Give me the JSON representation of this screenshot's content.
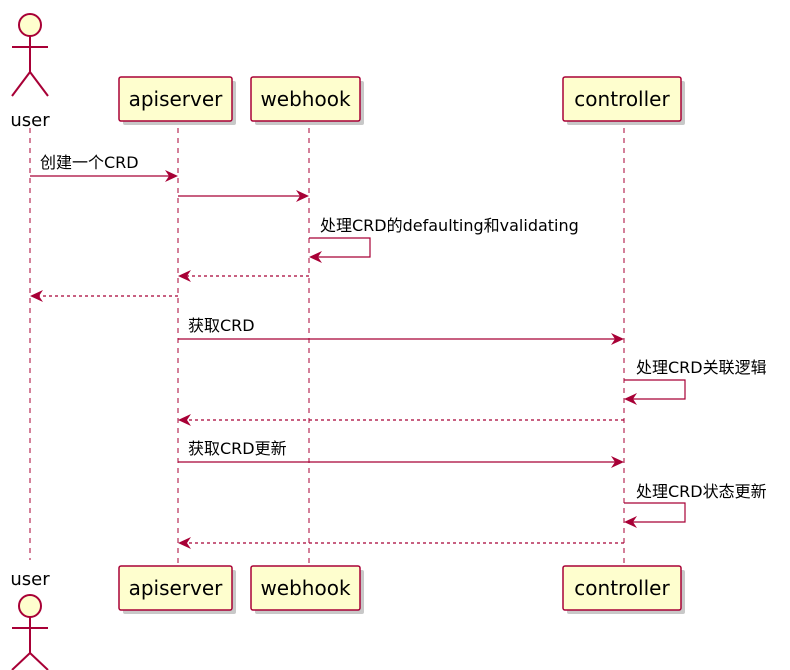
{
  "diagram": {
    "actor": {
      "label": "user"
    },
    "participants": [
      {
        "id": "apiserver",
        "label": "apiserver"
      },
      {
        "id": "webhook",
        "label": "webhook"
      },
      {
        "id": "controller",
        "label": "controller"
      }
    ],
    "messages": [
      {
        "from": "user",
        "to": "apiserver",
        "label": "创建一个CRD",
        "style": "solid"
      },
      {
        "from": "apiserver",
        "to": "webhook",
        "label": "",
        "style": "solid"
      },
      {
        "from": "webhook",
        "to": "webhook",
        "label": "处理CRD的defaulting和validating",
        "style": "self"
      },
      {
        "from": "webhook",
        "to": "apiserver",
        "label": "",
        "style": "dashed"
      },
      {
        "from": "apiserver",
        "to": "user",
        "label": "",
        "style": "dashed"
      },
      {
        "from": "apiserver",
        "to": "controller",
        "label": "获取CRD",
        "style": "solid"
      },
      {
        "from": "controller",
        "to": "controller",
        "label": "处理CRD关联逻辑",
        "style": "self"
      },
      {
        "from": "controller",
        "to": "apiserver",
        "label": "",
        "style": "dashed"
      },
      {
        "from": "apiserver",
        "to": "controller",
        "label": "获取CRD更新",
        "style": "solid"
      },
      {
        "from": "controller",
        "to": "controller",
        "label": "处理CRD状态更新",
        "style": "self"
      },
      {
        "from": "controller",
        "to": "apiserver",
        "label": "",
        "style": "dashed"
      }
    ],
    "colors": {
      "line": "#A80036",
      "box_fill": "#FEFECE"
    }
  }
}
